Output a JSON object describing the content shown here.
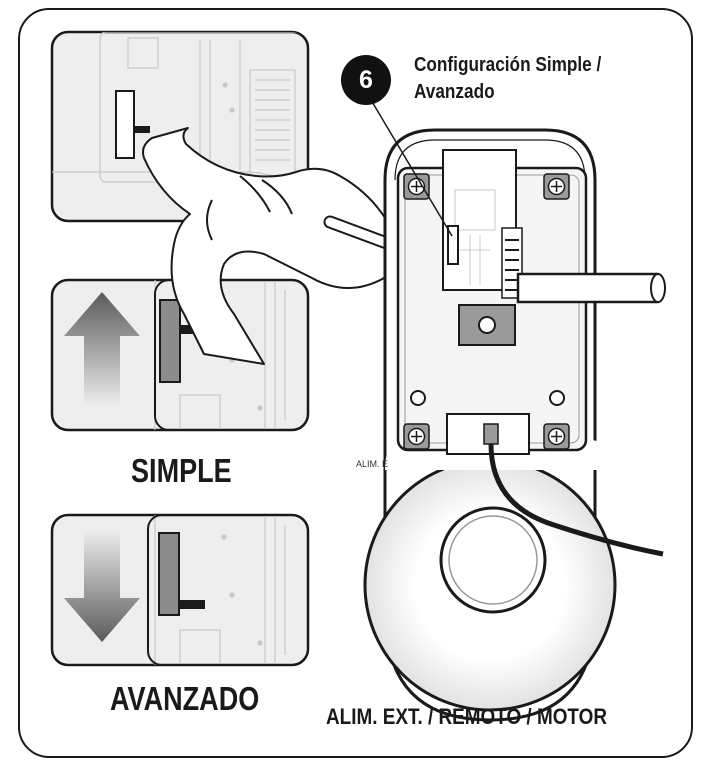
{
  "step": {
    "number": "6",
    "title_line1": "Configuración Simple /",
    "title_line2": "Avanzado"
  },
  "modes": {
    "simple_label": "SIMPLE",
    "advanced_label": "AVANZADO"
  },
  "device": {
    "caption": "ALIM. EXT. / REMOTO / MOTOR",
    "tiny_label": "ALIM. E"
  },
  "colors": {
    "outline": "#1a1a1a",
    "panel_bg": "#eeeeee",
    "switch_gray": "#8c8c8c",
    "badge": "#111111"
  }
}
